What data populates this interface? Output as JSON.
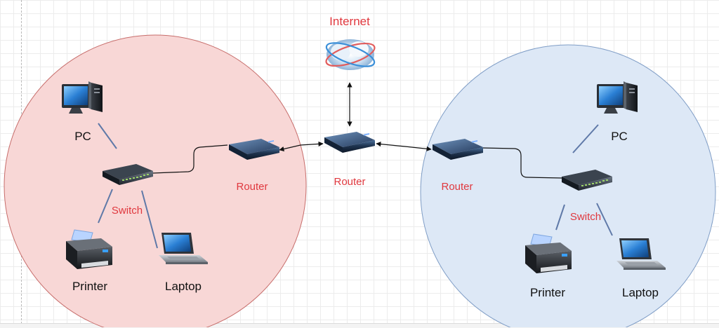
{
  "diagram": {
    "internet": {
      "label": "Internet"
    },
    "central_router": {
      "label": "Router"
    },
    "left_network": {
      "router_label": "Router",
      "switch_label": "Switch",
      "pc_label": "PC",
      "printer_label": "Printer",
      "laptop_label": "Laptop",
      "fill_color": "#f8d7d6",
      "stroke_color": "#c76d6b"
    },
    "right_network": {
      "router_label": "Router",
      "switch_label": "Switch",
      "pc_label": "PC",
      "printer_label": "Printer",
      "laptop_label": "Laptop",
      "fill_color": "#dde8f6",
      "stroke_color": "#7f9dc6"
    },
    "label_colors": {
      "accent": "#e0383e",
      "text": "#111111"
    }
  }
}
